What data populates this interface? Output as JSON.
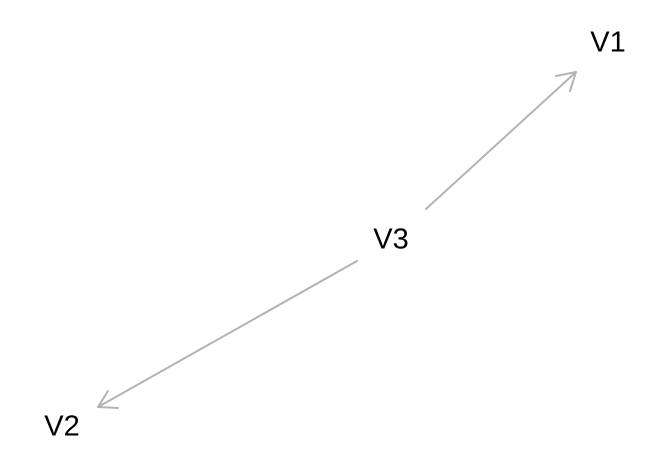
{
  "diagram": {
    "type": "directed-graph",
    "edge_color": "#b3b3b3",
    "label_color": "#000000",
    "background": "#ffffff",
    "nodes": [
      {
        "id": "V1",
        "label": "V1"
      },
      {
        "id": "V2",
        "label": "V2"
      },
      {
        "id": "V3",
        "label": "V3"
      }
    ],
    "edges": [
      {
        "from": "V3",
        "to": "V1",
        "arrow": "end"
      },
      {
        "from": "V3",
        "to": "V2",
        "arrow": "end"
      }
    ]
  }
}
